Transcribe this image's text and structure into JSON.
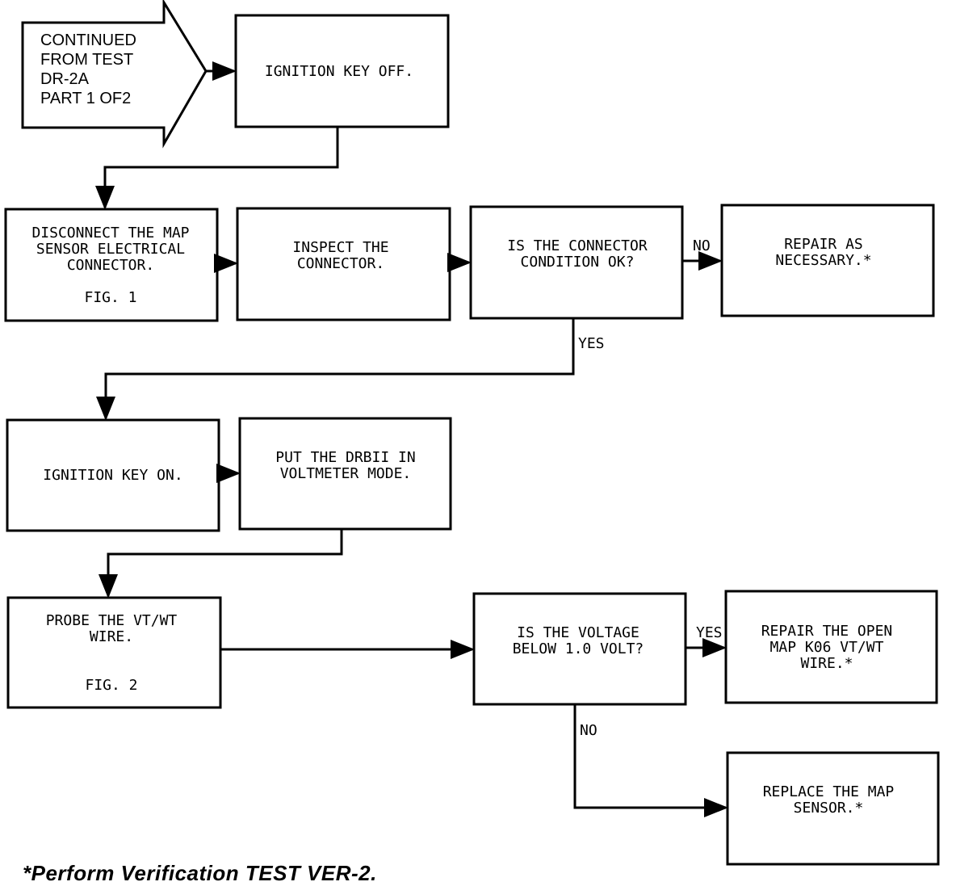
{
  "entry": {
    "lines": [
      "CONTINUED",
      "FROM TEST",
      "DR-2A",
      "PART 1 OF2"
    ]
  },
  "boxes": {
    "ignition_off": [
      "IGNITION KEY OFF."
    ],
    "disconnect_map": [
      "DISCONNECT THE MAP",
      "SENSOR ELECTRICAL",
      "CONNECTOR.",
      "",
      "FIG. 1"
    ],
    "inspect_connector": [
      "INSPECT THE",
      "CONNECTOR."
    ],
    "connector_ok": [
      "IS THE CONNECTOR",
      "CONDITION OK?"
    ],
    "repair_necessary": [
      "REPAIR AS",
      "NECESSARY.*"
    ],
    "ignition_on": [
      "IGNITION KEY ON."
    ],
    "drbii_voltmeter": [
      "PUT THE DRBII IN",
      "VOLTMETER MODE."
    ],
    "probe_wire": [
      "PROBE THE VT/WT",
      "WIRE.",
      "",
      "",
      "FIG. 2"
    ],
    "voltage_below": [
      "IS THE VOLTAGE",
      "BELOW 1.0 VOLT?"
    ],
    "repair_open": [
      "REPAIR THE OPEN",
      "MAP K06 VT/WT",
      "WIRE.*"
    ],
    "replace_sensor": [
      "REPLACE THE MAP",
      "SENSOR.*"
    ]
  },
  "labels": {
    "connector_no": "NO",
    "connector_yes": "YES",
    "voltage_yes": "YES",
    "voltage_no": "NO"
  },
  "footnote": "*Perform Verification TEST VER-2."
}
